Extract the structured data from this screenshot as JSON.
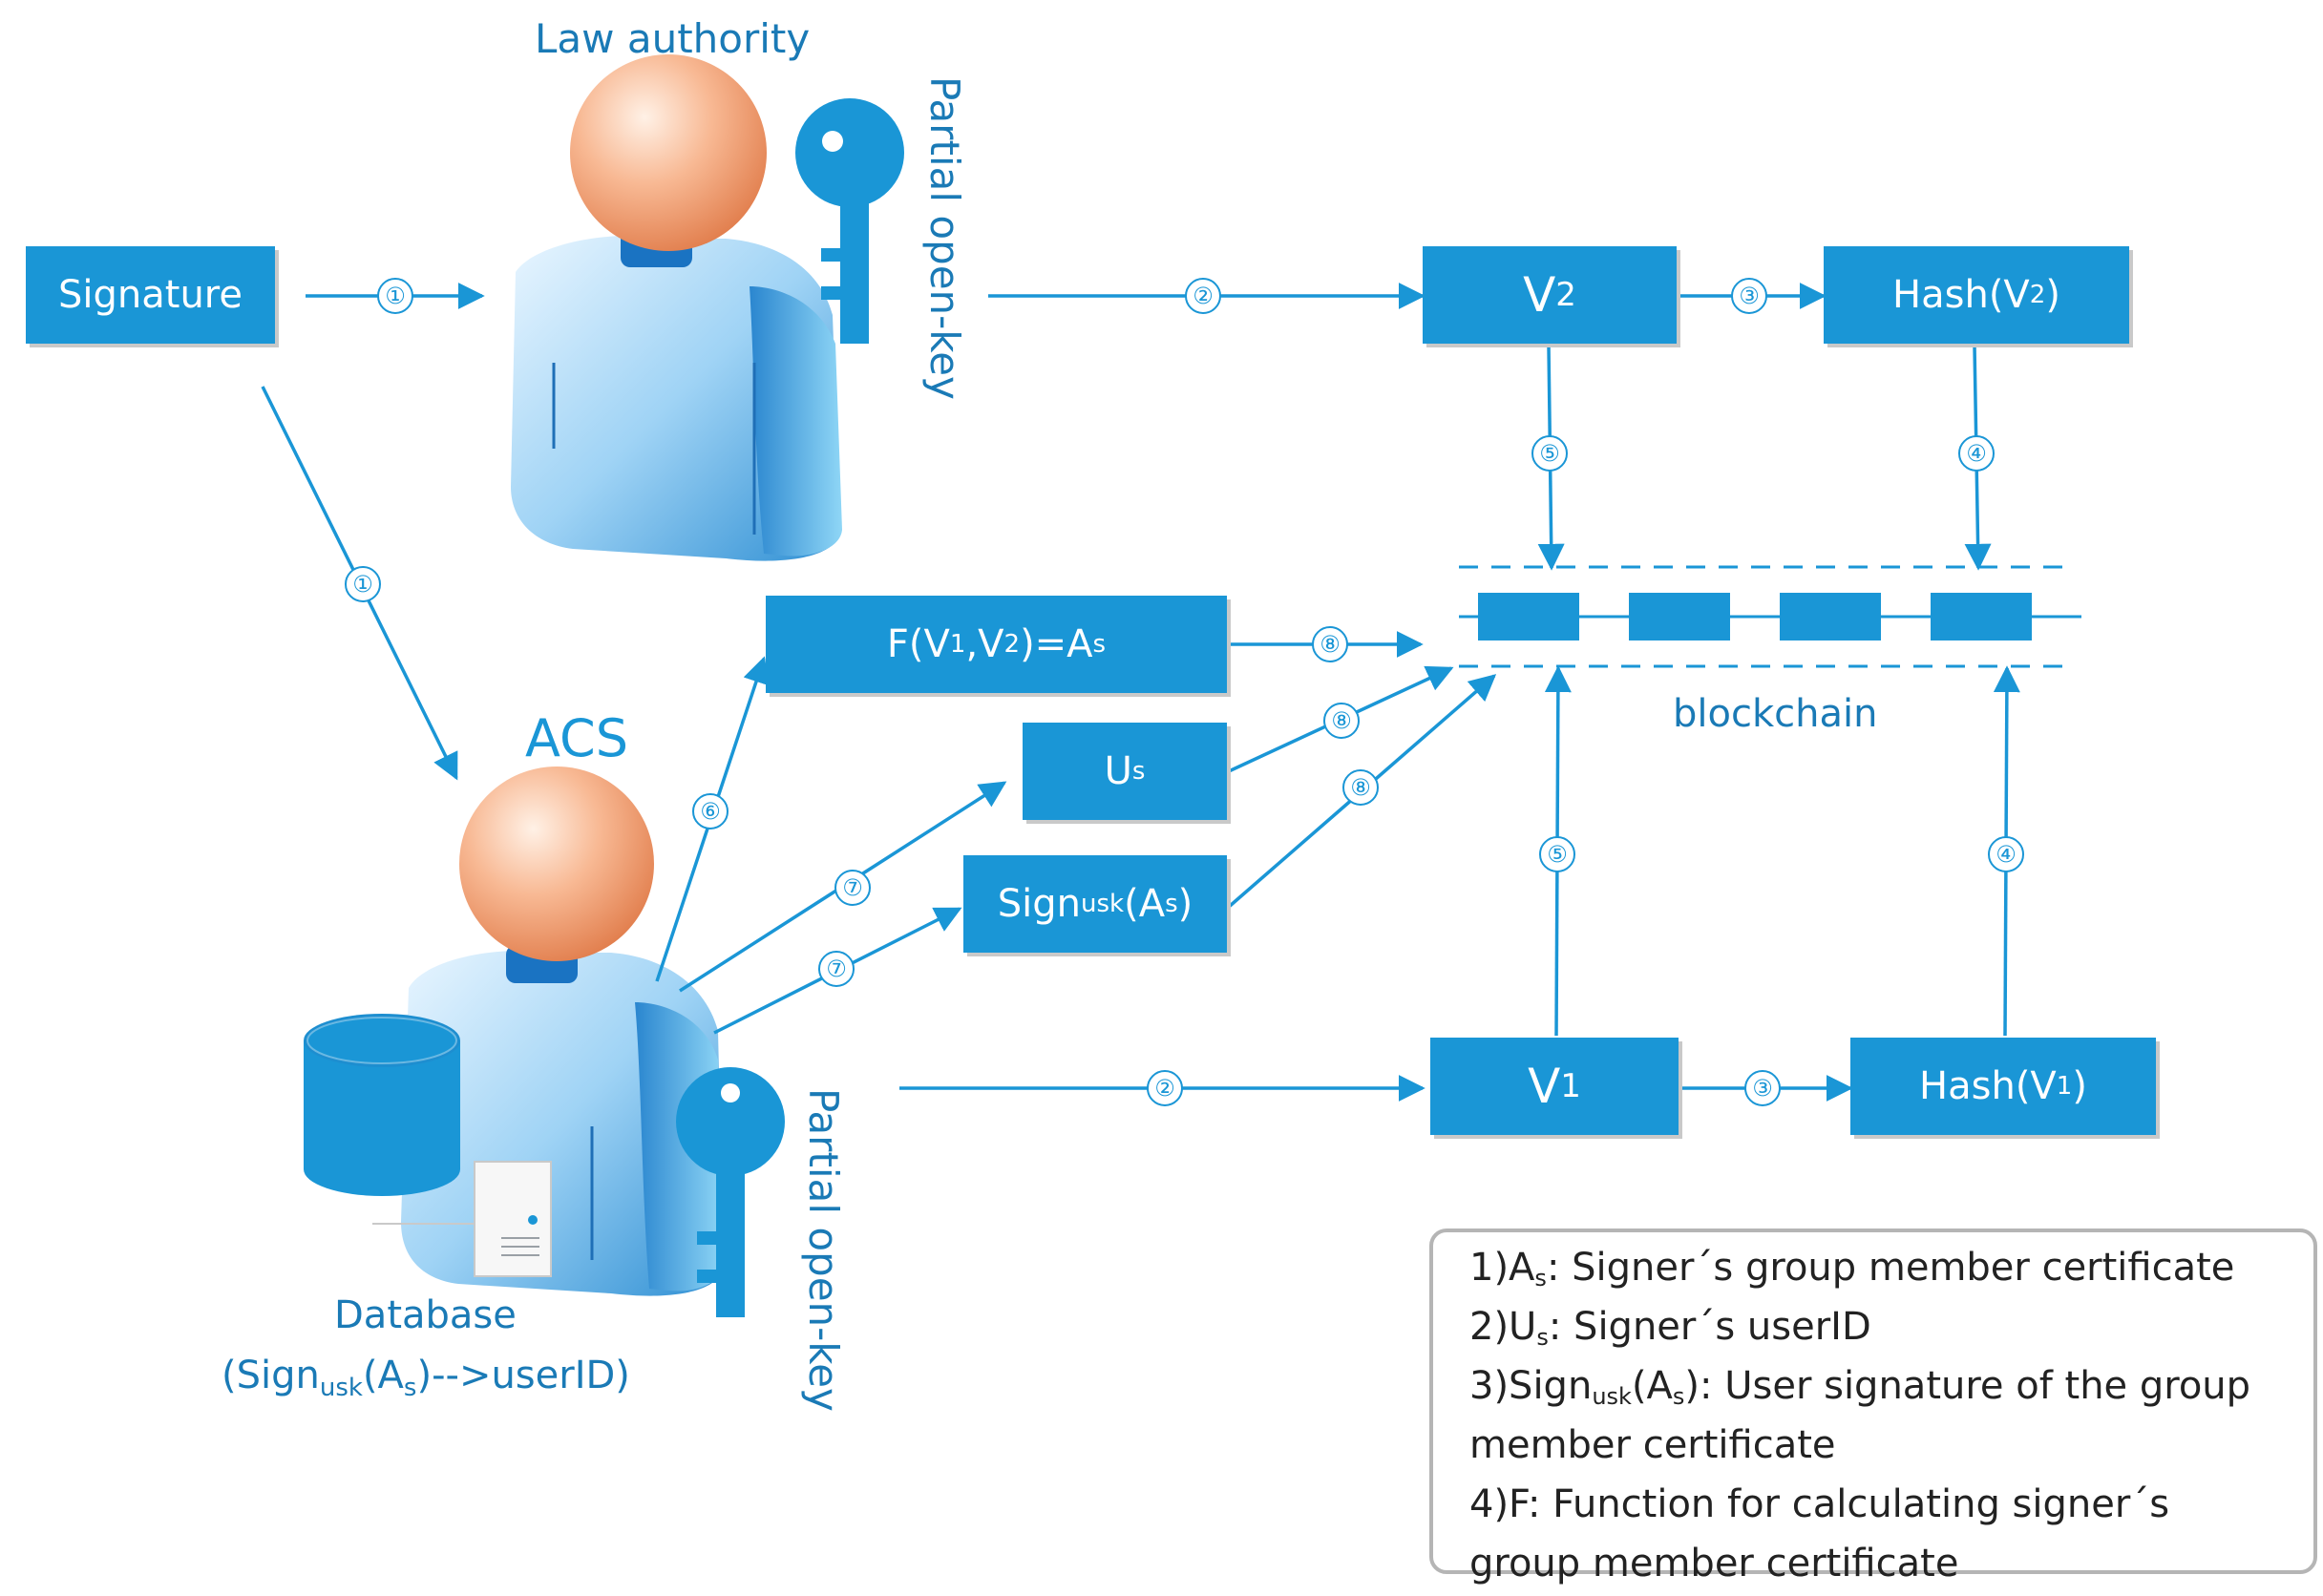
{
  "colors": {
    "accent": "#1a96d6",
    "text_blue": "#1a7ab6",
    "legend_border": "#b5b5b5",
    "line": "#1a96d6"
  },
  "actors": {
    "law_authority": {
      "label": "Law authority",
      "key_label": "Partial open-key"
    },
    "acs": {
      "label": "ACS",
      "key_label": "Partial open-key"
    },
    "database": {
      "label": "Database",
      "sublabel_parts": [
        "(Sign",
        "usk",
        "(A",
        "s",
        ")-->userID)"
      ]
    }
  },
  "boxes": {
    "signature": "Signature",
    "v2": {
      "main": "V",
      "sub": "2"
    },
    "hash_v2": {
      "pre": "Hash(V",
      "sub": "2",
      "post": ")"
    },
    "v1": {
      "main": "V",
      "sub": "1"
    },
    "hash_v1": {
      "pre": "Hash(V",
      "sub": "1",
      "post": ")"
    },
    "f_box": {
      "p1": "F(V",
      "s1": "1",
      "p2": ",V",
      "s2": "2",
      "p3": ")=A",
      "s3": "s"
    },
    "us": {
      "main": "U",
      "sub": "s"
    },
    "sign_box": {
      "p1": "Sign",
      "s1": "usk",
      "p2": "(A",
      "s2": "s",
      "p3": ")"
    }
  },
  "blockchain": {
    "label": "blockchain",
    "block_count": 4
  },
  "steps": {
    "s1": "①",
    "s2": "②",
    "s3": "③",
    "s4": "④",
    "s5": "⑤",
    "s6": "⑥",
    "s7": "⑦",
    "s8": "⑧"
  },
  "legend": {
    "l1": {
      "pre": "1)A",
      "sub": "s",
      "post": ": Signer´s group member certificate"
    },
    "l2": {
      "pre": "2)U",
      "sub": "s",
      "post": ": Signer´s userID"
    },
    "l3": {
      "p1": "3)Sign",
      "s1": "usk",
      "p2": "(A",
      "s2": "s",
      "p3": "): User signature of the group"
    },
    "l3b": "member certificate",
    "l4": "4)F: Function for calculating signer´s",
    "l4b": "group member certificate"
  }
}
